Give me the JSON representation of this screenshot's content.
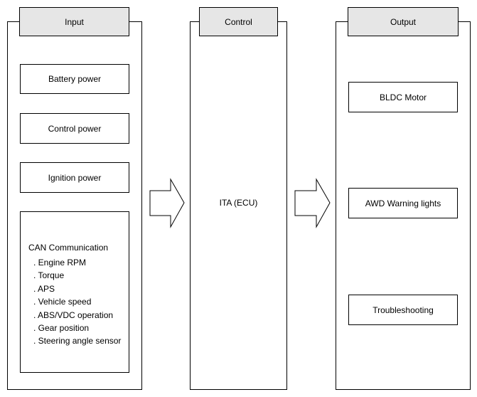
{
  "columns": {
    "input": {
      "header": "Input",
      "boxes": [
        "Battery power",
        "Control power",
        "Ignition power"
      ],
      "can": {
        "title": "CAN Communication",
        "items": [
          ". Engine RPM",
          ". Torque",
          ". APS",
          ". Vehicle speed",
          ". ABS/VDC operation",
          ". Gear position",
          ". Steering angle sensor"
        ]
      }
    },
    "control": {
      "header": "Control",
      "label": "ITA (ECU)"
    },
    "output": {
      "header": "Output",
      "boxes": [
        "BLDC Motor",
        "AWD Warning lights",
        "Troubleshooting"
      ]
    }
  },
  "colors": {
    "header_fill": "#e6e6e6",
    "line": "#000000",
    "background": "#ffffff"
  }
}
